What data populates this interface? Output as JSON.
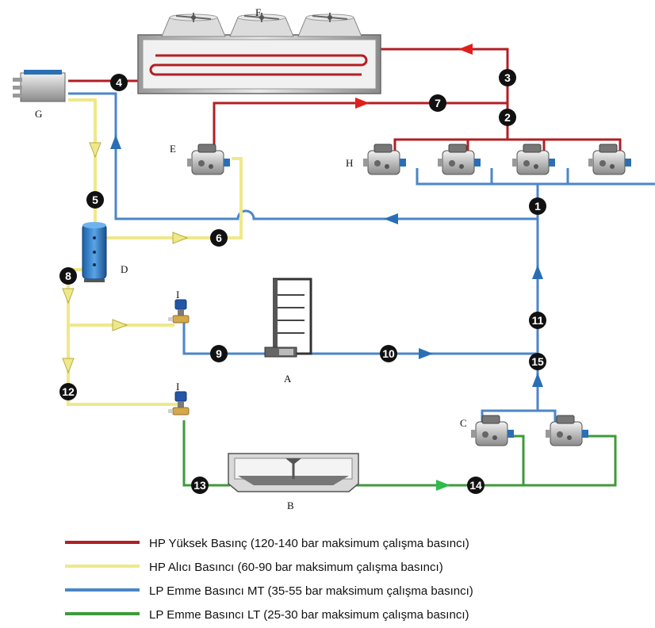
{
  "colors": {
    "hp_red": "#b21f24",
    "hp_yellow": "#efe88a",
    "lp_blue": "#4b86c8",
    "lt_green": "#3f9a3a",
    "marker": "#111111"
  },
  "components": {
    "A": "A",
    "B": "B",
    "C": "C",
    "D": "D",
    "E": "E",
    "F": "F",
    "G": "G",
    "H": "H",
    "I_top": "I",
    "I_bottom": "I"
  },
  "nodes": [
    "1",
    "2",
    "3",
    "4",
    "5",
    "6",
    "7",
    "8",
    "9",
    "10",
    "11",
    "12",
    "13",
    "14",
    "15"
  ],
  "legend": [
    {
      "label": "HP Yüksek Basınç (120-140 bar maksimum  çalışma basıncı)",
      "color": "#b21f24"
    },
    {
      "label": "HP Alıcı Basıncı (60-90 bar maksimum  çalışma basıncı)",
      "color": "#efe88a"
    },
    {
      "label": "LP Emme Basıncı MT (35-55 bar maksimum çalışma basıncı)",
      "color": "#4b86c8"
    },
    {
      "label": "LP Emme Basıncı LT (25-30 bar maksimum çalışma basıncı)",
      "color": "#3f9a3a"
    }
  ]
}
